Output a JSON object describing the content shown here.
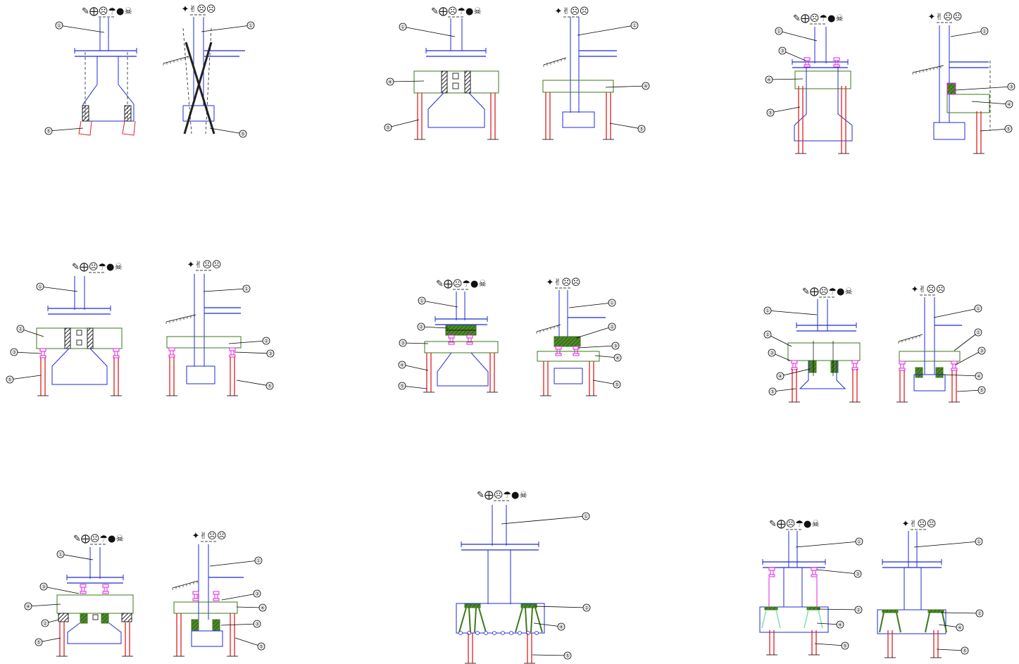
{
  "titles": {
    "front": "✎⨁☹☂●☠",
    "side": "✦✌☹☹"
  },
  "callouts": [
    "①",
    "②",
    "③",
    "④",
    "⑤"
  ],
  "colors": {
    "column": "#1f2bd6",
    "pile": "#e02020",
    "cap": "#3b7a1a",
    "bearing": "#e020e0",
    "leader": "#000000",
    "hatch": "#222222"
  },
  "panels": [
    {
      "id": "p1",
      "callouts": [
        "①",
        "⑤"
      ]
    },
    {
      "id": "p2",
      "callouts": [
        "①",
        "④",
        "⑤"
      ]
    },
    {
      "id": "p3",
      "callouts": [
        "①",
        "③",
        "④",
        "⑤"
      ]
    },
    {
      "id": "p4",
      "callouts": [
        "①",
        "②",
        "③",
        "⑤"
      ]
    },
    {
      "id": "p5",
      "callouts": [
        "①",
        "②",
        "③",
        "④",
        "⑤"
      ]
    },
    {
      "id": "p6",
      "callouts": [
        "①",
        "②",
        "③",
        "④",
        "⑤"
      ]
    },
    {
      "id": "p7",
      "callouts": [
        "①",
        "②",
        "③",
        "④",
        "⑤"
      ]
    },
    {
      "id": "p8",
      "callouts": [
        "①",
        "②",
        "④",
        "⑤"
      ]
    },
    {
      "id": "p9",
      "callouts": [
        "①",
        "②",
        "③",
        "④",
        "⑤"
      ]
    }
  ]
}
